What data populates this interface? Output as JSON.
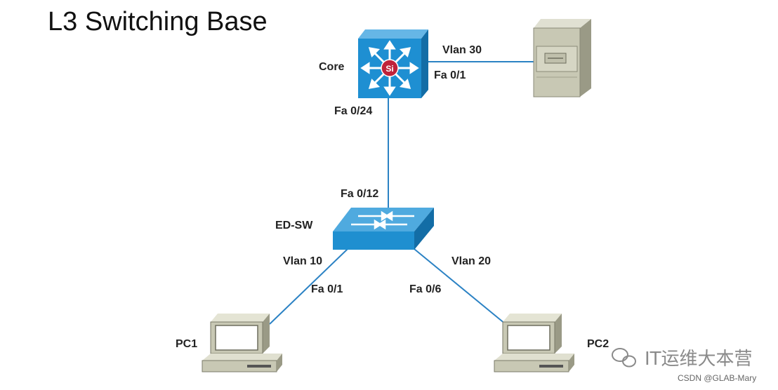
{
  "title": "L3 Switching Base",
  "devices": {
    "core": {
      "label": "Core",
      "icon": "layer3-switch-icon"
    },
    "server": {
      "label": "",
      "icon": "server-icon"
    },
    "edge_switch": {
      "label": "ED-SW",
      "icon": "layer2-switch-icon"
    },
    "pc1": {
      "label": "PC1",
      "icon": "pc-icon"
    },
    "pc2": {
      "label": "PC2",
      "icon": "pc-icon"
    }
  },
  "links": {
    "core_server": {
      "vlan": "Vlan 30",
      "port": "Fa 0/1"
    },
    "core_edge": {
      "core_port": "Fa 0/24",
      "edge_port": "Fa 0/12"
    },
    "edge_pc1": {
      "vlan": "Vlan 10",
      "port": "Fa 0/1"
    },
    "edge_pc2": {
      "vlan": "Vlan 20",
      "port": "Fa 0/6"
    }
  },
  "watermark": {
    "text": "IT运维大本营",
    "icon": "wechat-icon",
    "credit": "CSDN @GLAB-Mary"
  },
  "colors": {
    "link": "#2b82c4",
    "switch_blue": "#1f8fd0",
    "device_gray": "#c8c8b4"
  }
}
